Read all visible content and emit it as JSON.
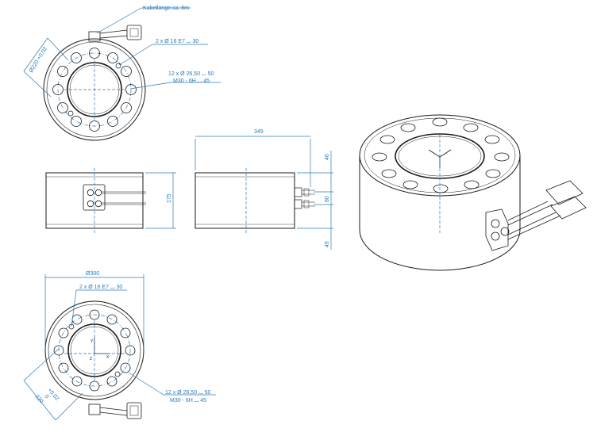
{
  "annotations": {
    "cable_length": "Kabellänge ca. 5m",
    "top_pin_holes": "2 x Ø 16 E7 ⌴ 30",
    "top_bolt_holes_line1": "12 x Ø 26,50 ⌴ 50",
    "top_bolt_holes_line2": "M30 - 6H ⌴ 45",
    "top_diameter": "Ø220 +0,02",
    "bottom_pin_holes": "2 x Ø 16 E7 ⌴ 30",
    "bottom_bolt_holes_line1": "12 x Ø 26,50 ⌴ 50",
    "bottom_bolt_holes_line2": "M30 - 6H ⌴ 45",
    "bottom_outer_diameter": "Ø300",
    "bottom_diameter": "220",
    "bottom_diameter_tol_upper": "+0,02",
    "bottom_diameter_tol_lower": "0"
  },
  "dimensions": {
    "width": "349",
    "height_left": "175",
    "top_offset": "46",
    "connector_spacing": "80",
    "bottom_offset": "49"
  },
  "axes": {
    "x": "X",
    "y": "Y",
    "z": "Z"
  },
  "colors": {
    "line": "#1a1a1a",
    "dimension": "#2a7ab8",
    "background": "#ffffff"
  }
}
